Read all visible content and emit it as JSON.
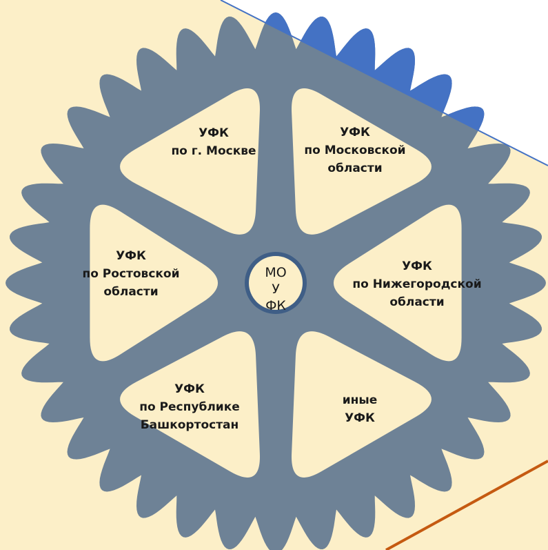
{
  "hub": {
    "lines": [
      "МО",
      "У",
      "ФК"
    ]
  },
  "segments": [
    {
      "lines": [
        "УФК",
        "по г. Москве"
      ]
    },
    {
      "lines": [
        "УФК",
        "по Московской",
        "области"
      ]
    },
    {
      "lines": [
        "УФК",
        "по Нижегородской",
        "области"
      ]
    },
    {
      "lines": [
        "иные",
        "УФК"
      ]
    },
    {
      "lines": [
        "УФК",
        "по Республике",
        "Башкортостан"
      ]
    },
    {
      "lines": [
        "УФК",
        "по Ростовской",
        "области"
      ]
    }
  ],
  "colors": {
    "background": "#fcefc8",
    "gear": "#6e8296",
    "hub_ring": "#3f5e86",
    "blue_band": "#4472c4",
    "orange_line": "#c55a11",
    "label_text": "#1a1a1a"
  }
}
